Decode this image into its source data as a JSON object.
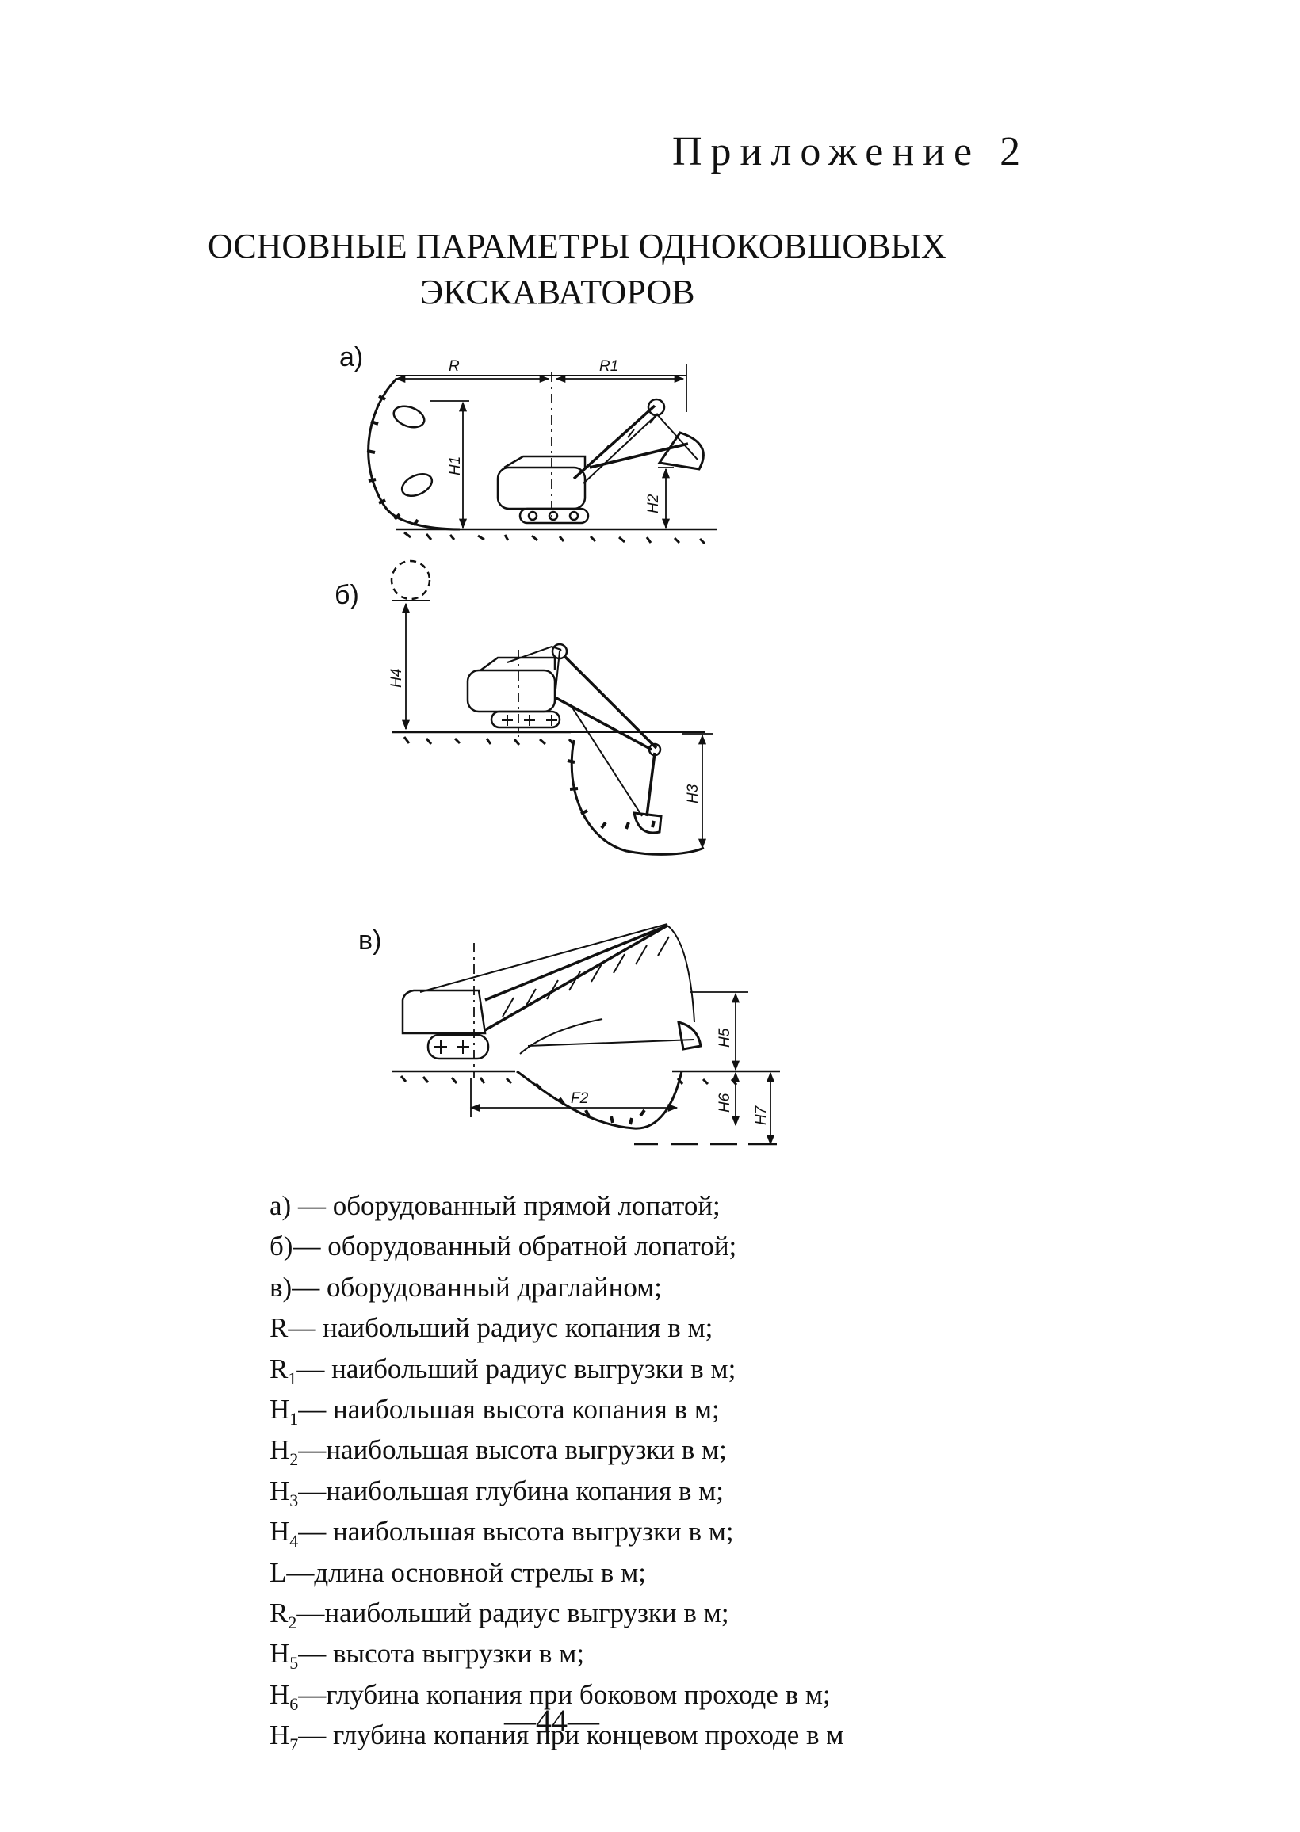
{
  "header": {
    "appendix_label": "Приложение 2"
  },
  "title": {
    "line1": "ОСНОВНЫЕ ПАРАМЕТРЫ ОДНОКОВШОВЫХ",
    "line2": "ЭКСКАВАТОРОВ"
  },
  "figures": {
    "a": {
      "label": "а)",
      "dims": {
        "R": "R",
        "R1": "R1",
        "H1": "H1",
        "H2": "H2"
      }
    },
    "b": {
      "label": "б)",
      "dims": {
        "H4": "H4",
        "H3": "H3"
      }
    },
    "c": {
      "label": "в)",
      "dims": {
        "F2": "F2",
        "H5": "H5",
        "H6": "H6",
        "H7": "H7"
      }
    }
  },
  "legend": [
    {
      "sym": "а)",
      "sub": "",
      "text": " — оборудованный прямой лопатой;"
    },
    {
      "sym": "б)",
      "sub": "",
      "text": "— оборудованный обратной лопатой;"
    },
    {
      "sym": "в)",
      "sub": "",
      "text": "— оборудованный драглайном;"
    },
    {
      "sym": "R",
      "sub": "",
      "text": "— наибольший радиус копания в м;"
    },
    {
      "sym": "R",
      "sub": "1",
      "text": "— наибольший радиус выгрузки в м;"
    },
    {
      "sym": "H",
      "sub": "1",
      "text": "— наибольшая высота копания в м;"
    },
    {
      "sym": "H",
      "sub": "2",
      "text": "—наибольшая высота выгрузки в м;"
    },
    {
      "sym": "H",
      "sub": "3",
      "text": "—наибольшая глубина копания в м;"
    },
    {
      "sym": "H",
      "sub": "4",
      "text": "— наибольшая высота выгрузки в м;"
    },
    {
      "sym": "L",
      "sub": "",
      "text": "—длина основной стрелы в м;"
    },
    {
      "sym": "R",
      "sub": "2",
      "text": "—наибольший радиус выгрузки в м;"
    },
    {
      "sym": "H",
      "sub": "5",
      "text": "— высота выгрузки в м;"
    },
    {
      "sym": "H",
      "sub": "6",
      "text": "—глубина копания при боковом проходе в м;"
    },
    {
      "sym": "H",
      "sub": "7",
      "text": "— глубина копания при концевом проходе в м"
    }
  ],
  "page_number": "—44—"
}
